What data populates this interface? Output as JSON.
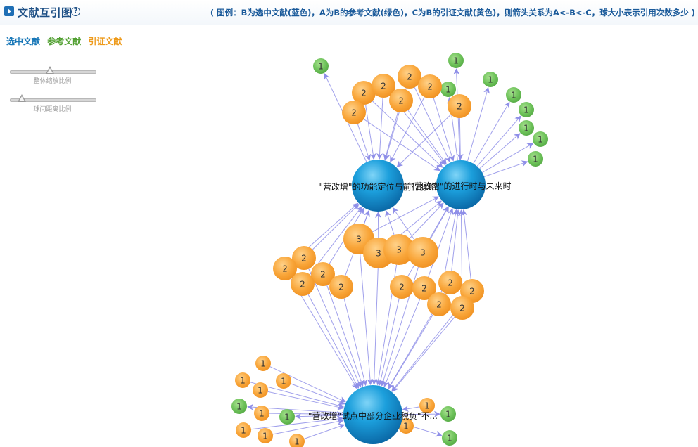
{
  "header": {
    "title": "文献互引图",
    "help_glyph": "?",
    "legend_note": "( 图例：B为选中文献(蓝色)，A为B的参考文献(绿色)，C为B的引证文献(黄色)，则箭头关系为A<-B<-C，球大小表示引用次数多少 )"
  },
  "tabs": {
    "selected": "选中文献",
    "reference": "参考文献",
    "citing": "引证文献"
  },
  "controls": {
    "zoom": {
      "label": "整体缩放比例",
      "value": 0.47
    },
    "spacing": {
      "label": "球间距离比例",
      "value": 0.1
    }
  },
  "colors": {
    "selected": "#1a8fd0",
    "reference": "#6ec25a",
    "citing": "#f9a63a",
    "edge": "#8f8fe8"
  },
  "graph": {
    "selected": [
      {
        "id": "B1",
        "label": "\"营改增\"的功能定位与前行脉络"
      },
      {
        "id": "B2",
        "label": "\"营改增\"的进行时与未来时"
      },
      {
        "id": "B3",
        "label": "\"营改增\"试点中部分企业税负\"不..."
      }
    ],
    "nodes": [
      {
        "id": "g1",
        "kind": "reference",
        "count": 1
      },
      {
        "id": "g2",
        "kind": "reference",
        "count": 1
      },
      {
        "id": "g3",
        "kind": "reference",
        "count": 1
      },
      {
        "id": "g4",
        "kind": "reference",
        "count": 1
      },
      {
        "id": "g5",
        "kind": "reference",
        "count": 1
      },
      {
        "id": "g6",
        "kind": "reference",
        "count": 1
      },
      {
        "id": "g7",
        "kind": "reference",
        "count": 1
      },
      {
        "id": "g8",
        "kind": "reference",
        "count": 1
      },
      {
        "id": "g9",
        "kind": "reference",
        "count": 1
      },
      {
        "id": "o1",
        "kind": "citing",
        "count": 2
      },
      {
        "id": "o2",
        "kind": "citing",
        "count": 2
      },
      {
        "id": "o3",
        "kind": "citing",
        "count": 2
      },
      {
        "id": "o4",
        "kind": "citing",
        "count": 2
      },
      {
        "id": "o5",
        "kind": "citing",
        "count": 2
      },
      {
        "id": "o6",
        "kind": "citing",
        "count": 2
      },
      {
        "id": "o7",
        "kind": "citing",
        "count": 2
      },
      {
        "id": "m1",
        "kind": "citing",
        "count": 3
      },
      {
        "id": "m2",
        "kind": "citing",
        "count": 3
      },
      {
        "id": "m3",
        "kind": "citing",
        "count": 3
      },
      {
        "id": "m4",
        "kind": "citing",
        "count": 3
      },
      {
        "id": "l1",
        "kind": "citing",
        "count": 2
      },
      {
        "id": "l2",
        "kind": "citing",
        "count": 2
      },
      {
        "id": "l3",
        "kind": "citing",
        "count": 2
      },
      {
        "id": "l4",
        "kind": "citing",
        "count": 2
      },
      {
        "id": "l5",
        "kind": "citing",
        "count": 2
      },
      {
        "id": "r1",
        "kind": "citing",
        "count": 2
      },
      {
        "id": "r2",
        "kind": "citing",
        "count": 2
      },
      {
        "id": "r3",
        "kind": "citing",
        "count": 2
      },
      {
        "id": "r4",
        "kind": "citing",
        "count": 2
      },
      {
        "id": "r5",
        "kind": "citing",
        "count": 2
      },
      {
        "id": "r6",
        "kind": "citing",
        "count": 2
      },
      {
        "id": "b1",
        "kind": "citing",
        "count": 1
      },
      {
        "id": "b2",
        "kind": "citing",
        "count": 1
      },
      {
        "id": "b3",
        "kind": "citing",
        "count": 1
      },
      {
        "id": "b4",
        "kind": "citing",
        "count": 1
      },
      {
        "id": "b5",
        "kind": "citing",
        "count": 1
      },
      {
        "id": "b6",
        "kind": "citing",
        "count": 1
      },
      {
        "id": "b7",
        "kind": "citing",
        "count": 1
      },
      {
        "id": "b8",
        "kind": "citing",
        "count": 1
      },
      {
        "id": "b9",
        "kind": "citing",
        "count": 1
      },
      {
        "id": "b10",
        "kind": "citing",
        "count": 1
      },
      {
        "id": "bg1",
        "kind": "reference",
        "count": 1
      },
      {
        "id": "bg2",
        "kind": "reference",
        "count": 1
      },
      {
        "id": "bg3",
        "kind": "reference",
        "count": 1
      },
      {
        "id": "bg4",
        "kind": "reference",
        "count": 1
      }
    ]
  }
}
